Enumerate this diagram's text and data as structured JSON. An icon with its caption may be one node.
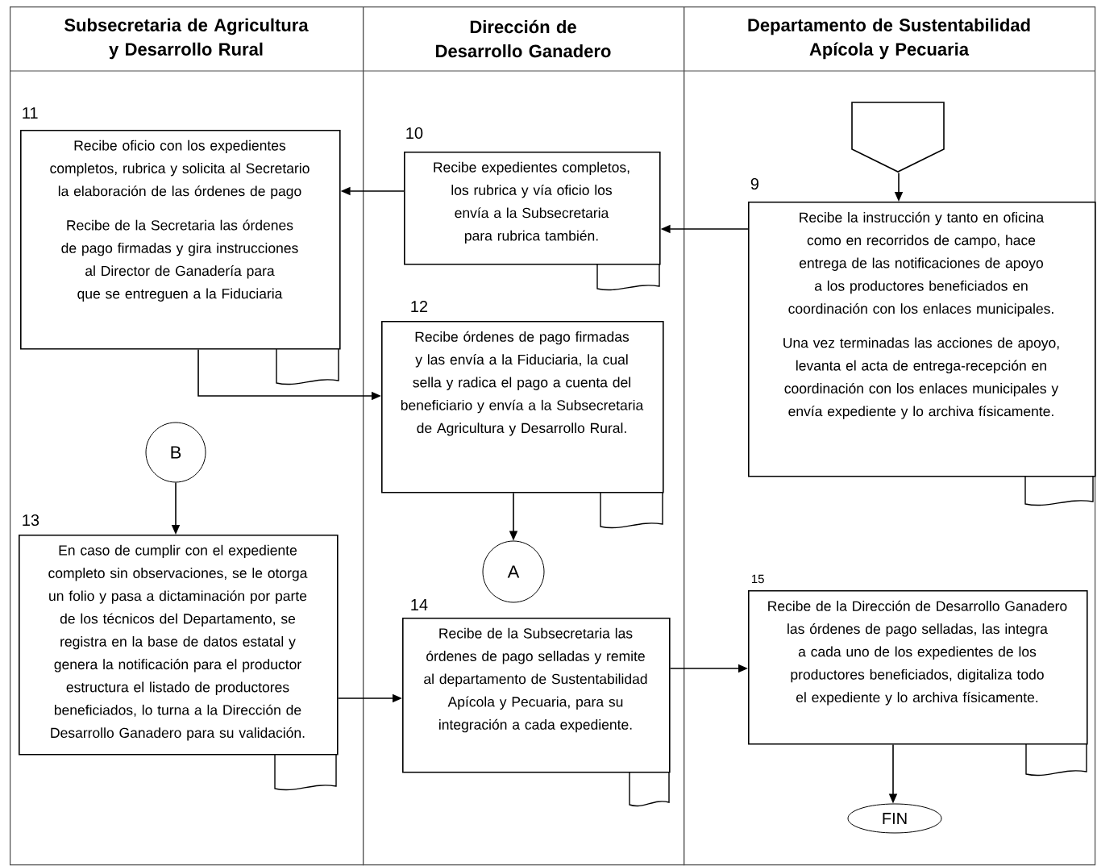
{
  "diagram": {
    "nodes": [
      {
        "text": [
          "Subsecretaria de Agricultura y Desarrollo Rural"
        ]
      },
      {
        "text": [
          "Dirección de Desarrollo Ganadero"
        ]
      },
      {
        "text": [
          "Departamento de Sustentabilidad Apícola y Pecuaria"
        ]
      },
      {
        "text": [],
        "shape": "pentagon",
        "in": 2
      },
      {
        "text": [
          "Recibe la instrucción y tanto en oficina como en recorridos de campo, hace entrega de las notificaciones de apoyo a los productores beneficiados en coordinación con los enlaces municipales.",
          "Una vez terminadas las acciones de apoyo, levanta el acta de entrega-recepción en coordinación con los enlaces municipales y envía expediente y lo archiva físicamente."
        ],
        "beside": [
          "9"
        ],
        "in": 2
      },
      {
        "text": [
          "Recibe expedientes completos, los rubrica y vía oficio los envía a la Subsecretaria para rubrica también."
        ],
        "beside": [
          "10"
        ],
        "in": 1
      },
      {
        "text": [
          "Recibe oficio con los expedientes completos, rubrica y solicita al Secretario la elaboración de las órdenes de pago",
          "Recibe de la Secretaria las órdenes de pago firmadas y gira instrucciones al Director de Ganadería para que se entreguen a la Fiduciaria"
        ],
        "beside": [
          "11"
        ],
        "in": 0
      },
      {
        "text": [
          "Recibe órdenes de pago firmadas y las envía a la Fiduciaria, la cual sella y radica el pago a cuenta del beneficiario y envía a la Subsecretaria de Agricultura y Desarrollo Rural."
        ],
        "beside": [
          "12"
        ],
        "in": 1
      },
      {
        "text": [
          "B"
        ],
        "in": 0
      },
      {
        "text": [
          "A"
        ],
        "in": 1
      },
      {
        "text": [
          "En caso de cumplir con el expediente completo sin observaciones, se le otorga un folio y pasa a dictaminación por parte de los técnicos del Departamento, se registra en la base de datos estatal y genera la notificación para el productor estructura el listado de productores beneficiados, lo turna a la Dirección de Desarrollo Ganadero para su validación."
        ],
        "beside": [
          "13"
        ],
        "in": 0
      },
      {
        "text": [
          "Recibe de la Subsecretaria las órdenes de pago selladas y remite al departamento de Sustentabilidad Apícola y Pecuaria, para su integración a cada expediente."
        ],
        "beside": [
          "14"
        ],
        "in": 1
      },
      {
        "text": [
          "Recibe de la Dirección de Desarrollo Ganadero las órdenes de pago selladas, las integra a cada uno de los expedientes de los productores beneficiados, digitaliza todo el expediente y lo archiva físicamente."
        ],
        "beside": [
          "15"
        ],
        "in": 2
      },
      {
        "text": [
          "FIN"
        ],
        "in": 2
      }
    ],
    "edges": [
      {
        "from": 3,
        "to": 4,
        "arrow": "to"
      },
      {
        "from": 4,
        "to": 5,
        "arrow": "to"
      },
      {
        "from": 5,
        "to": 6,
        "arrow": "to"
      },
      {
        "from": 6,
        "to": 7,
        "arrow": "to"
      },
      {
        "from": 7,
        "to": 9,
        "arrow": "to"
      },
      {
        "from": 8,
        "to": 10,
        "arrow": "to"
      },
      {
        "from": 10,
        "to": 11,
        "arrow": "to"
      },
      {
        "from": 11,
        "to": 12,
        "arrow": "to"
      },
      {
        "from": 12,
        "to": 13,
        "arrow": "to"
      }
    ]
  }
}
